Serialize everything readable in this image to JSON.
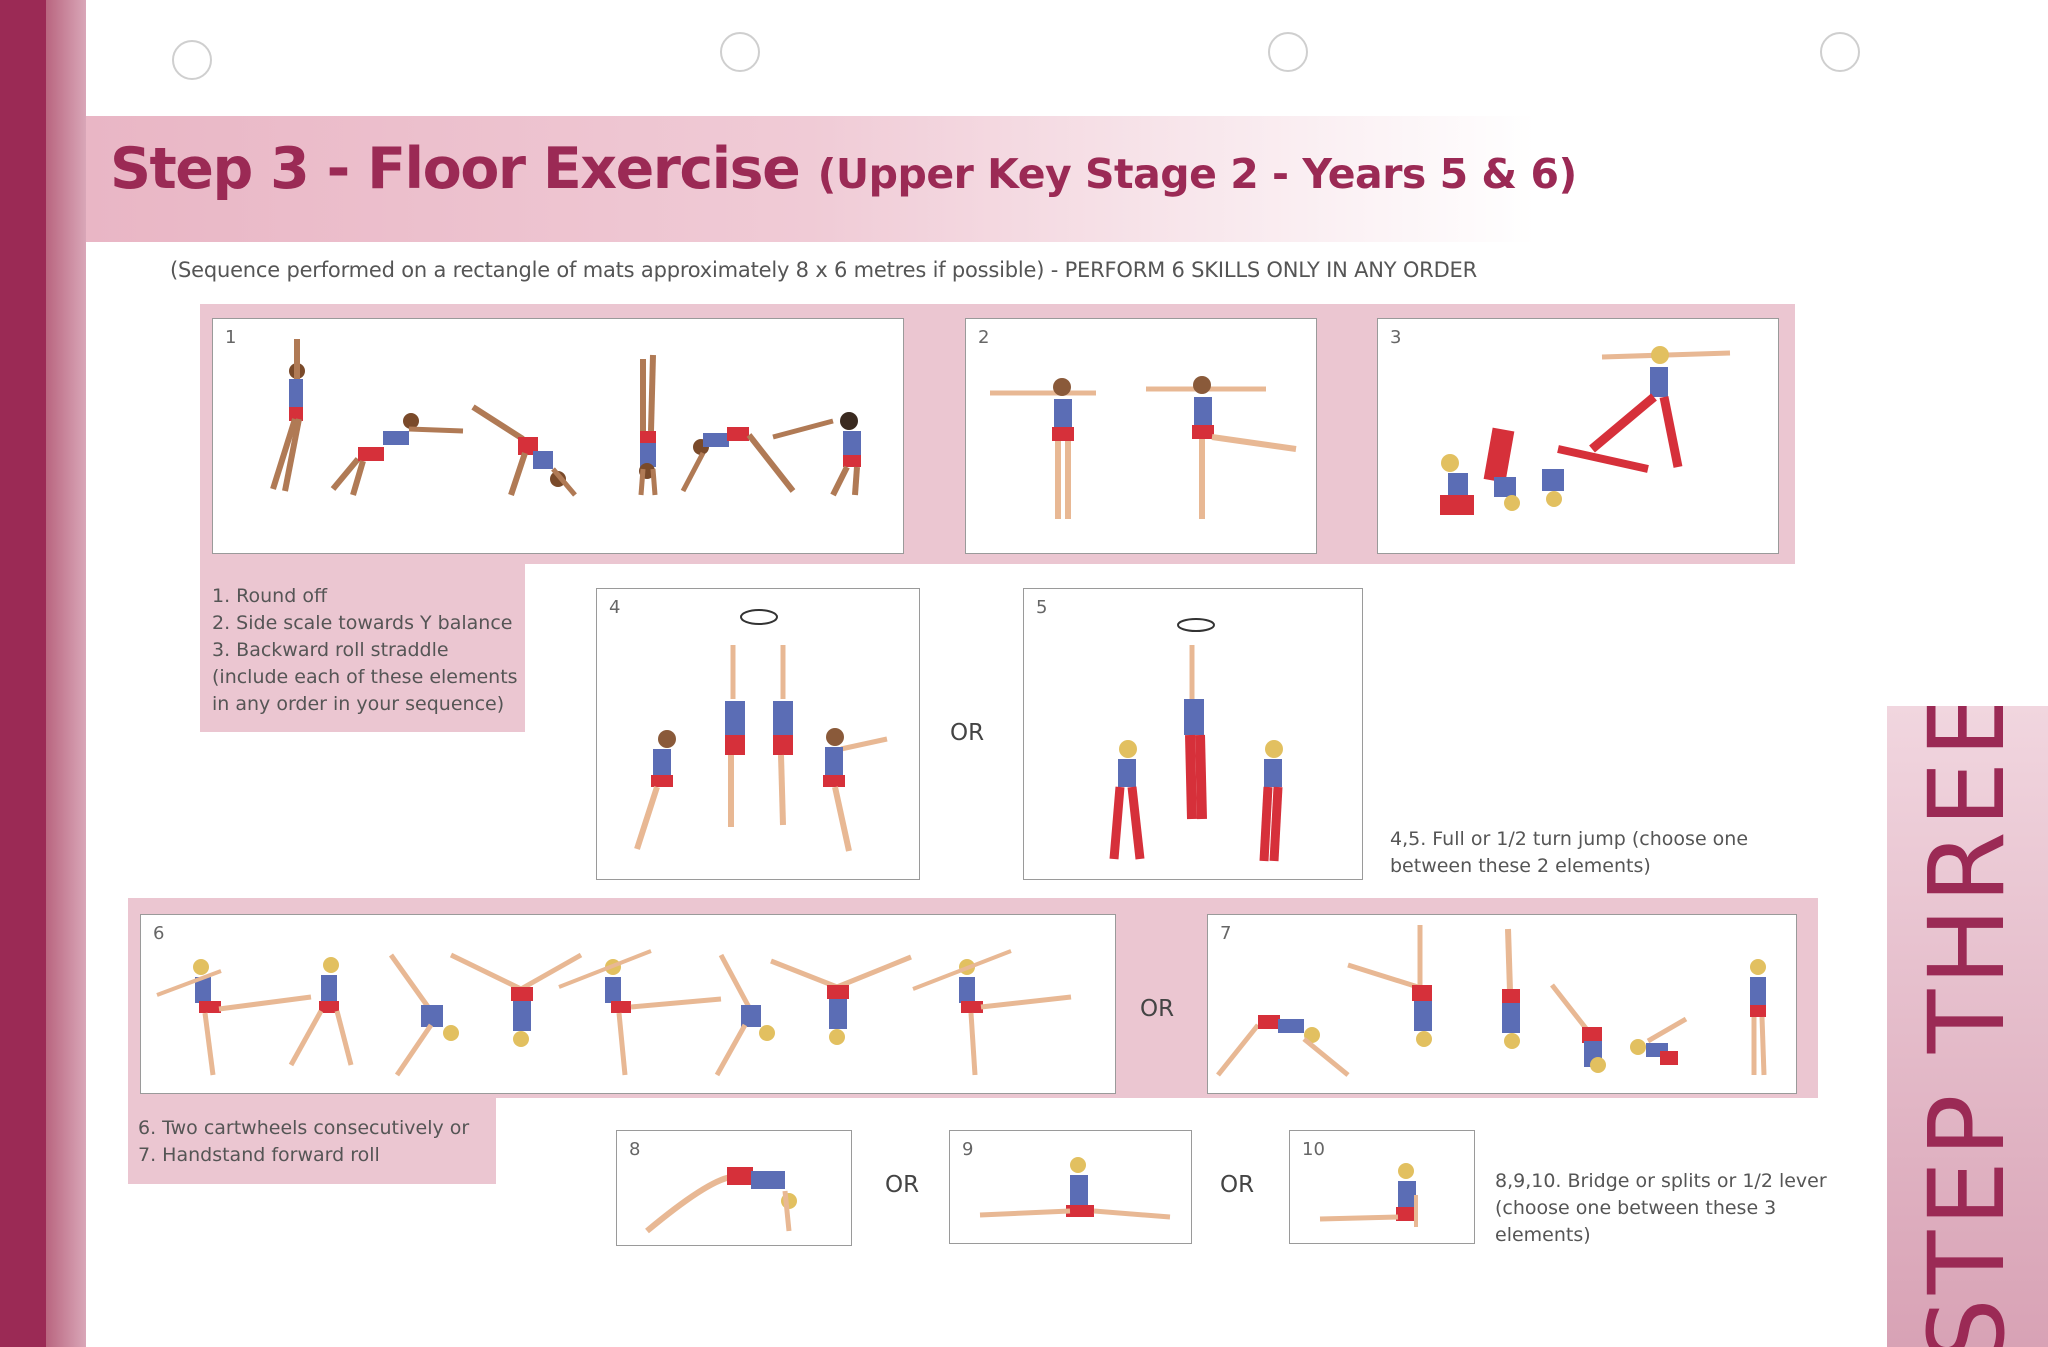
{
  "header": {
    "title": "Step 3 - Floor Exercise",
    "title_suffix": "(Upper Key Stage 2 - Years 5 & 6)"
  },
  "instructions": "(Sequence performed on a rectangle of mats approximately 8 x 6 metres if possible) - PERFORM 6 SKILLS ONLY IN ANY ORDER",
  "panels": {
    "p1": "1",
    "p2": "2",
    "p3": "3",
    "p4": "4",
    "p5": "5",
    "p6": "6",
    "p7": "7",
    "p8": "8",
    "p9": "9",
    "p10": "10"
  },
  "notes": {
    "group1": [
      "1. Round off",
      "2. Side scale towards Y balance",
      "3. Backward roll straddle",
      "(include each of these elements",
      "in any order in your sequence)"
    ],
    "group45": [
      "4,5. Full or 1/2 turn jump (choose one",
      "between these 2 elements)"
    ],
    "group67": [
      "6. Two cartwheels consecutively or",
      "7. Handstand forward roll"
    ],
    "group810": [
      "8,9,10. Bridge or splits or 1/2 lever",
      "(choose one between these 3",
      "elements)"
    ]
  },
  "or_label": "OR",
  "side_label": "STEP THREE",
  "colors": {
    "brand": "#9b2a55",
    "band": "#ebc6d1",
    "leotard_top": "#5b6db5",
    "leotard_bottom": "#d6303a"
  }
}
